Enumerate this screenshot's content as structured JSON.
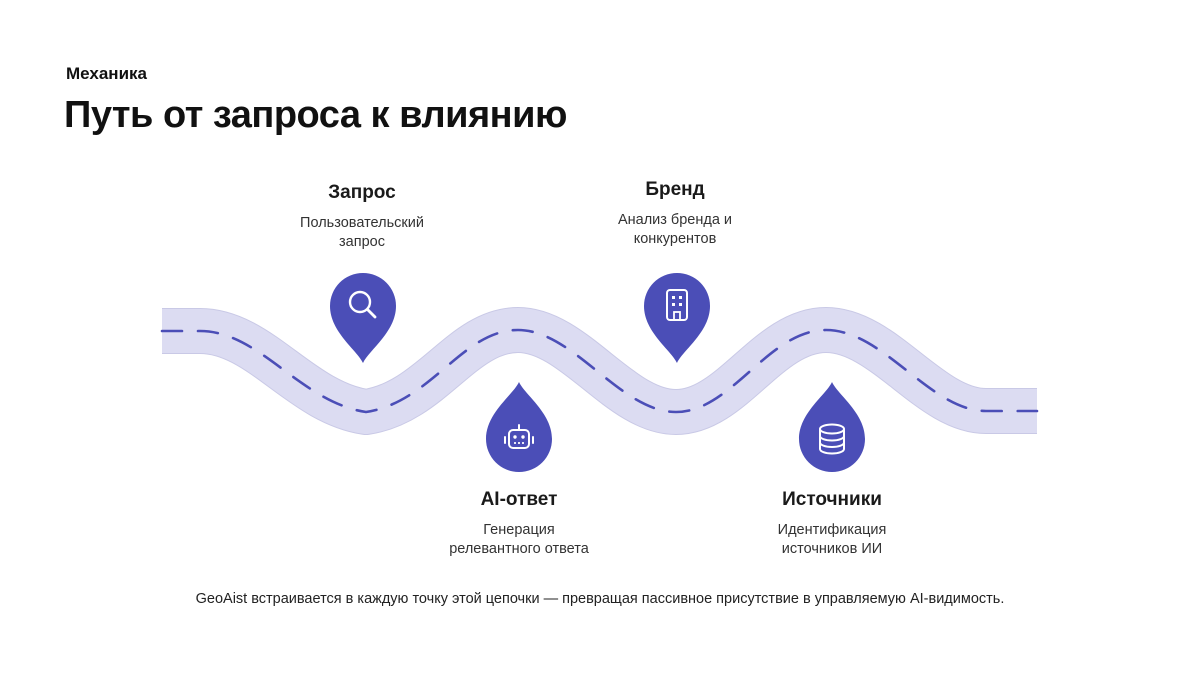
{
  "header": {
    "eyebrow": "Механика",
    "title": "Путь от запроса к влиянию"
  },
  "colors": {
    "accent": "#4B4EB7",
    "road": "#DCDCF2",
    "road_border": "#C9C9E6",
    "text": "#111111"
  },
  "steps": [
    {
      "title": "Запрос",
      "desc_lines": [
        "Пользовательский",
        "запрос"
      ],
      "icon": "search-icon"
    },
    {
      "title": "AI-ответ",
      "desc_lines": [
        "Генерация",
        "релевантного ответа"
      ],
      "icon": "robot-icon"
    },
    {
      "title": "Бренд",
      "desc_lines": [
        "Анализ бренда и",
        "конкурентов"
      ],
      "icon": "building-icon"
    },
    {
      "title": "Источники",
      "desc_lines": [
        "Идентификация",
        "источников ИИ"
      ],
      "icon": "database-icon"
    }
  ],
  "footer": {
    "text": "GeoAist встраивается в каждую точку этой цепочки — превращая пассивное присутствие в управляемую AI-видимость."
  }
}
